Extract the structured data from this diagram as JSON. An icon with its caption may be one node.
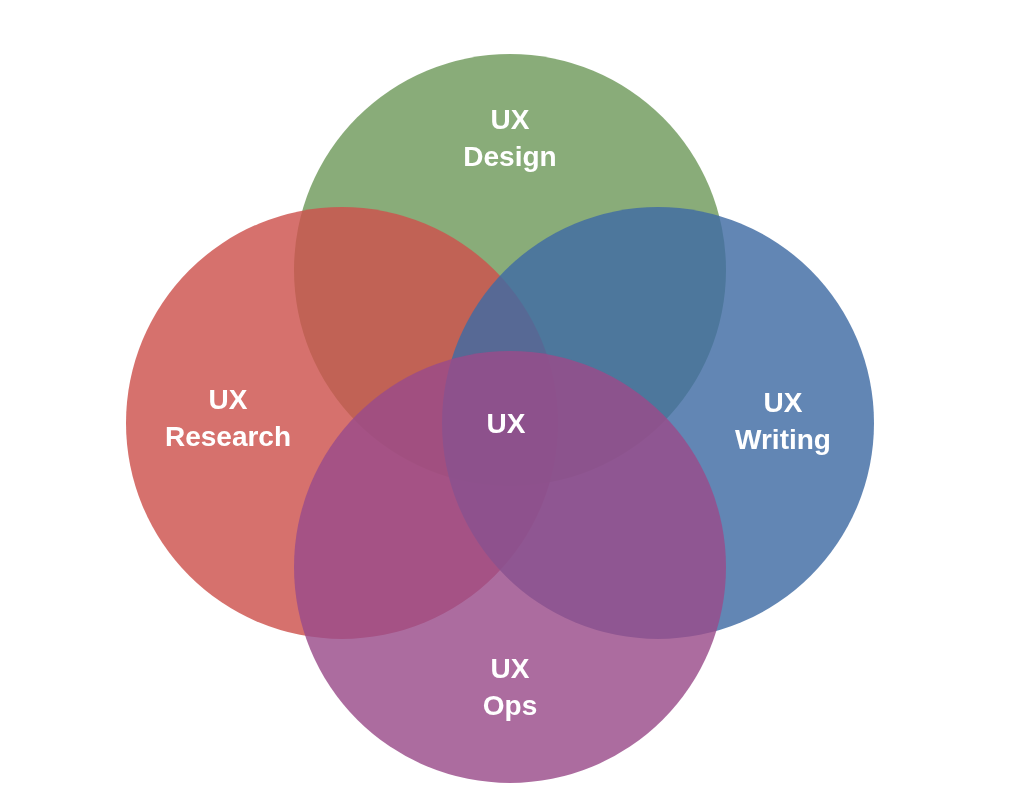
{
  "diagram": {
    "nodes": [
      {
        "text": [
          "UX Design"
        ]
      },
      {
        "text": [
          "UX Research"
        ]
      },
      {
        "text": [
          "UX Writing"
        ]
      },
      {
        "text": [
          "UX Ops"
        ]
      }
    ],
    "labels": [
      "UX"
    ]
  }
}
